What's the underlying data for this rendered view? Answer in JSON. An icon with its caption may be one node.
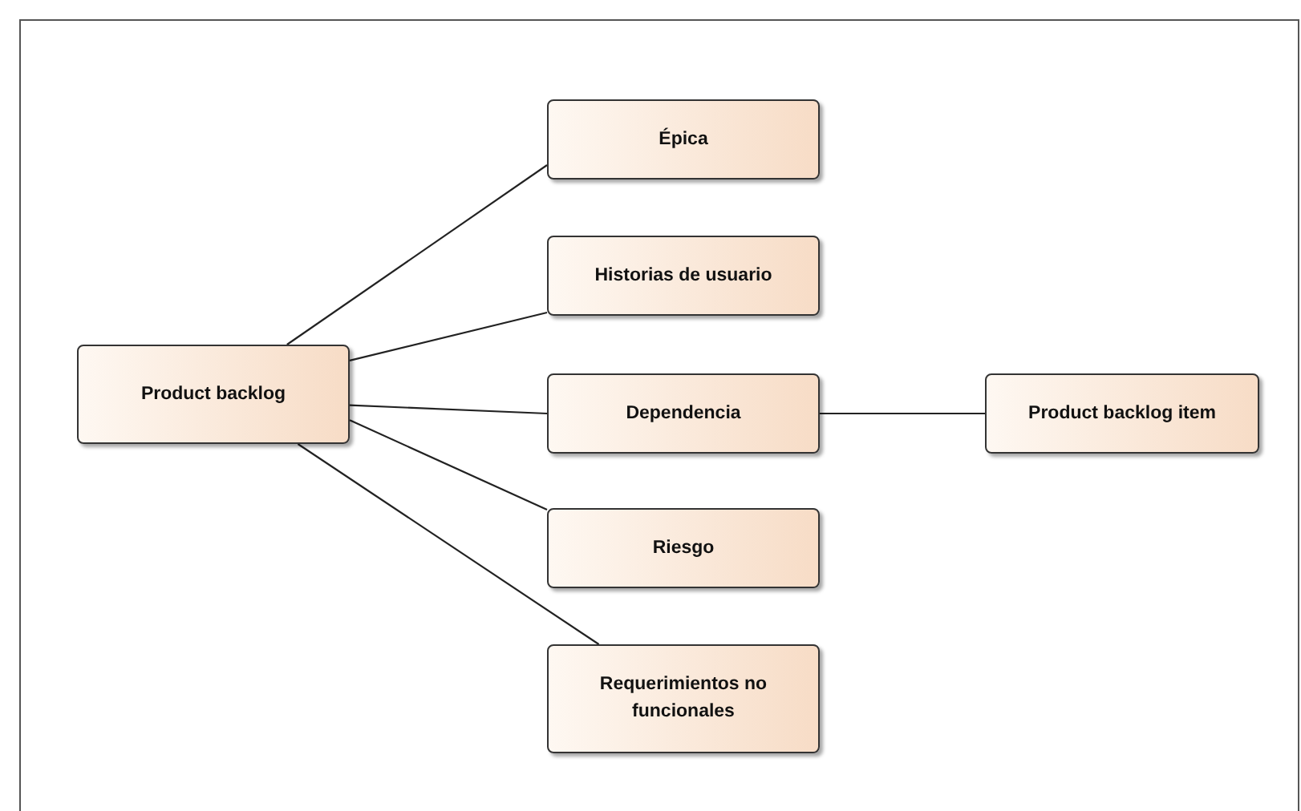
{
  "diagram": {
    "nodes": [
      {
        "text": [
          "Product backlog"
        ]
      },
      {
        "text": [
          "Épica"
        ]
      },
      {
        "text": [
          "Historias de usuario"
        ]
      },
      {
        "text": [
          "Dependencia"
        ]
      },
      {
        "text": [
          "Product backlog item"
        ]
      },
      {
        "text": [
          "Riesgo"
        ]
      },
      {
        "text": [
          "Requerimientos no funcionales"
        ]
      }
    ],
    "edges": [
      {
        "from": 0,
        "to": 1,
        "arrow": "none"
      },
      {
        "from": 0,
        "to": 2,
        "arrow": "none"
      },
      {
        "from": 0,
        "to": 3,
        "arrow": "none"
      },
      {
        "from": 3,
        "to": 4,
        "arrow": "none"
      },
      {
        "from": 0,
        "to": 5,
        "arrow": "none"
      },
      {
        "from": 0,
        "to": 6,
        "arrow": "none"
      }
    ]
  }
}
